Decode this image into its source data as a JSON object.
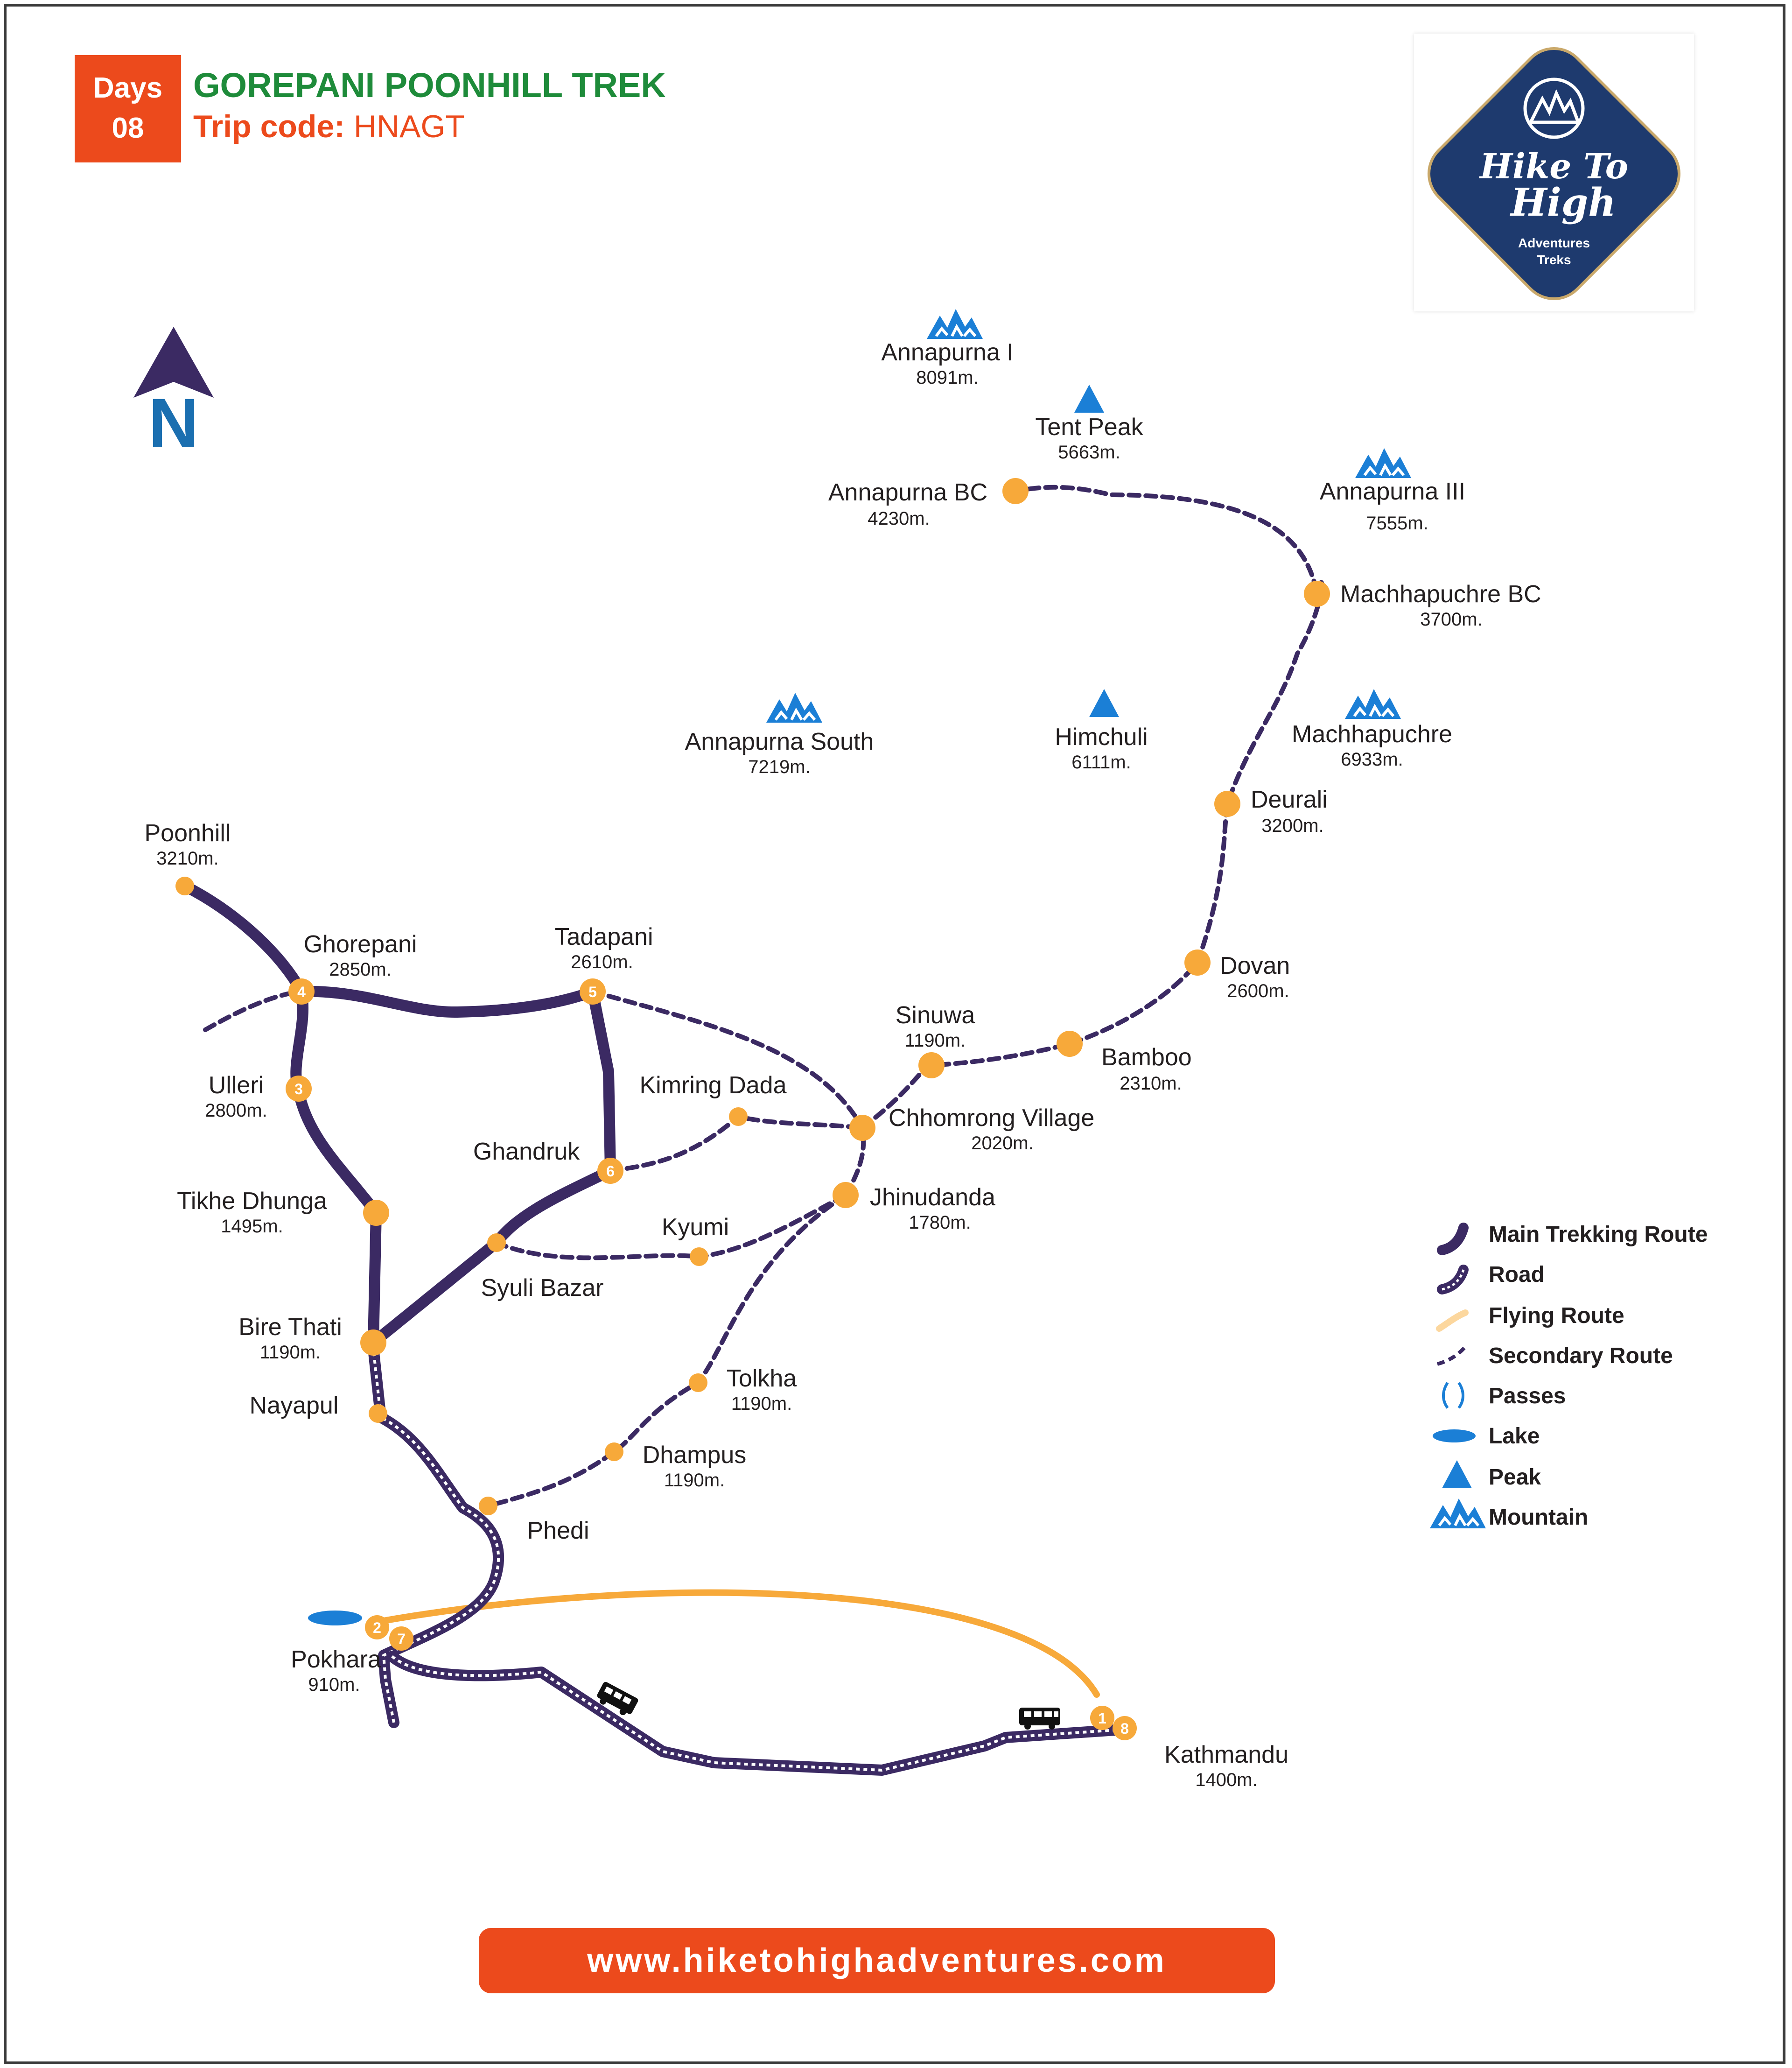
{
  "header": {
    "days_label": "Days",
    "days_value": "08",
    "title": "GOREPANI POONHILL TREK",
    "trip_code_label": "Trip code:",
    "trip_code_value": "HNAGT"
  },
  "logo": {
    "line1": "Hike To",
    "line2": "High",
    "line3": "Adventures",
    "line4": "Treks"
  },
  "north_label": "N",
  "colors": {
    "accent": "#ec4a1c",
    "title_green": "#1e8b3a",
    "route_purple": "#3b2a63",
    "flight_orange": "#f7a93a",
    "node_orange": "#f7a93a",
    "icon_blue": "#1b7fd6",
    "logo_navy": "#1e3a6e"
  },
  "places": {
    "annapurna_bc": {
      "name": "Annapurna BC",
      "alt": "4230m."
    },
    "machhapuchre_bc": {
      "name": "Machhapuchre BC",
      "alt": "3700m."
    },
    "deurali": {
      "name": "Deurali",
      "alt": "3200m."
    },
    "dovan": {
      "name": "Dovan",
      "alt": "2600m."
    },
    "bamboo": {
      "name": "Bamboo",
      "alt": "2310m."
    },
    "sinuwa": {
      "name": "Sinuwa",
      "alt": "1190m."
    },
    "chhomrong": {
      "name": "Chhomrong Village",
      "alt": "2020m."
    },
    "jhinudanda": {
      "name": "Jhinudanda",
      "alt": "1780m."
    },
    "kimring_dada": {
      "name": "Kimring Dada"
    },
    "tadapani": {
      "name": "Tadapani",
      "alt": "2610m."
    },
    "ghorepani": {
      "name": "Ghorepani",
      "alt": "2850m."
    },
    "poonhill": {
      "name": "Poonhill",
      "alt": "3210m."
    },
    "ulleri": {
      "name": "Ulleri",
      "alt": "2800m."
    },
    "tikhe_dhunga": {
      "name": "Tikhe Dhunga",
      "alt": "1495m."
    },
    "bire_thati": {
      "name": "Bire Thati",
      "alt": "1190m."
    },
    "nayapul": {
      "name": "Nayapul"
    },
    "ghandruk": {
      "name": "Ghandruk"
    },
    "syuli_bazar": {
      "name": "Syuli Bazar"
    },
    "kyumi": {
      "name": "Kyumi"
    },
    "tolkha": {
      "name": "Tolkha",
      "alt": "1190m."
    },
    "dhampus": {
      "name": "Dhampus",
      "alt": "1190m."
    },
    "phedi": {
      "name": "Phedi"
    },
    "pokhara": {
      "name": "Pokhara",
      "alt": "910m."
    },
    "kathmandu": {
      "name": "Kathmandu",
      "alt": "1400m."
    }
  },
  "peaks": {
    "annapurna_i": {
      "name": "Annapurna I",
      "alt": "8091m."
    },
    "tent_peak": {
      "name": "Tent Peak",
      "alt": "5663m."
    },
    "annapurna_iii": {
      "name": "Annapurna III",
      "alt": "7555m."
    },
    "annapurna_south": {
      "name": "Annapurna South",
      "alt": "7219m."
    },
    "himchuli": {
      "name": "Himchuli",
      "alt": "6111m."
    },
    "machhapuchre": {
      "name": "Machhapuchre",
      "alt": "6933m."
    }
  },
  "day_numbers": {
    "ghorepani": "4",
    "tadapani": "5",
    "ulleri": "3",
    "ghandruk": "6",
    "pokhara_a": "2",
    "pokhara_b": "7",
    "kathmandu_a": "1",
    "kathmandu_b": "8"
  },
  "legend": {
    "main": "Main Trekking Route",
    "road": "Road",
    "flying": "Flying Route",
    "secondary": "Secondary Route",
    "passes": "Passes",
    "lake": "Lake",
    "peak": "Peak",
    "mountain": "Mountain"
  },
  "website": "www.hiketohighadventures.com"
}
